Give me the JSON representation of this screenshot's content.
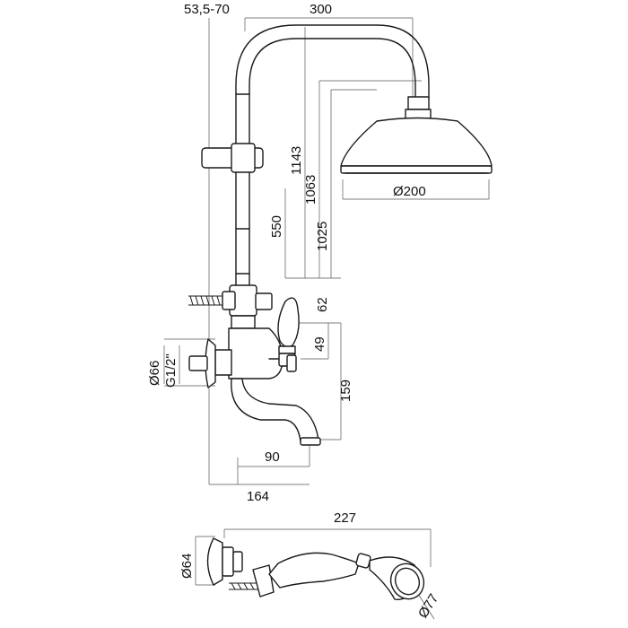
{
  "dimensions": {
    "wall_offset": "53,5-70",
    "arm_reach": "300",
    "total_height": "1143",
    "head_height": "1063",
    "head_bottom_height": "1025",
    "rail_height": "550",
    "mixer_to_rail": "62",
    "mixer_height": "49",
    "spout_height": "159",
    "spout_reach_inner": "90",
    "spout_reach_total": "164",
    "rosette_diameter": "Ø66",
    "connection_thread": "G1/2\"",
    "head_diameter": "Ø200",
    "hand_shower_length": "227",
    "hose_nut_diameter": "Ø64",
    "hand_shower_diameter": "Ø77"
  }
}
